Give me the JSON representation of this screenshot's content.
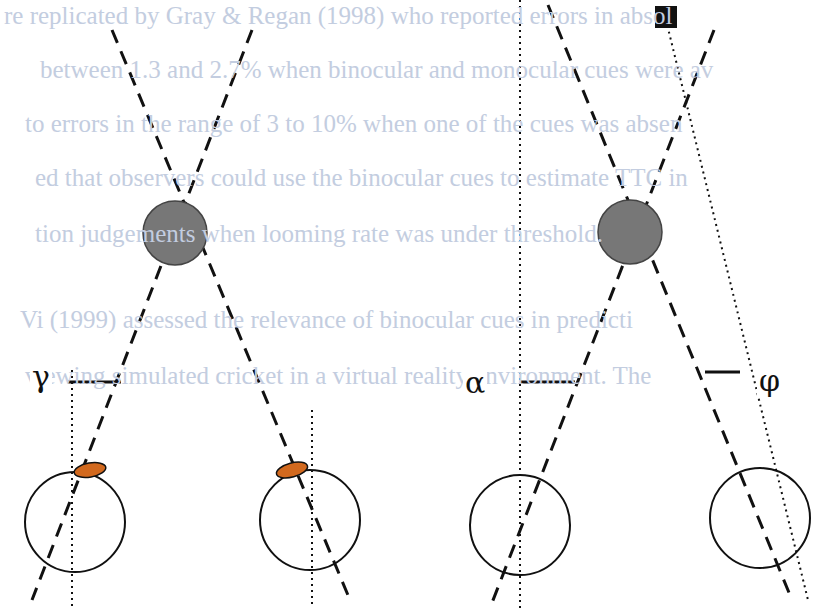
{
  "diagram": {
    "labels": [
      "re replicated by Gray & Regan (1998) who reported errors in absol",
      "between 1.3 and 2.7% when binocular and monocular cues were av",
      "to errors in the range of 3 to 10% when one of the cues was absen",
      "ed that observers could use the binocular cues to estimate TTC in",
      "tion judgements when looming rate was under threshold.",
      "Vi (1999) assessed the relevance of binocular cues in predicti",
      "viewing simulated cricket in a virtual reality environment. The",
      "γ",
      "α",
      "φ"
    ]
  }
}
